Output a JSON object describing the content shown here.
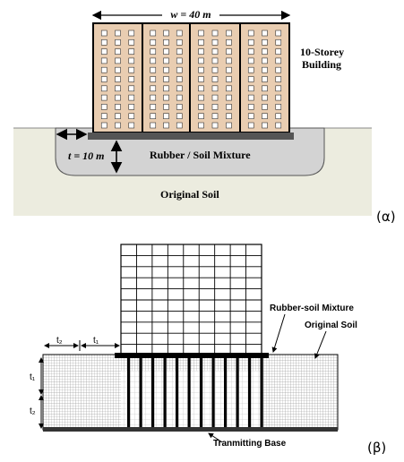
{
  "panel_a": {
    "width_label": "w = 40 m",
    "building_label_line1": "10-Storey",
    "building_label_line2": "Building",
    "thickness_label": "t = 10 m",
    "mixture_label": "Rubber / Soil Mixture",
    "soil_label": "Original Soil",
    "panel_tag": "(α)"
  },
  "panel_b": {
    "mixture_label": "Rubber-soil Mixture",
    "soil_label": "Original Soil",
    "base_label": "Tranmitting Base",
    "t2_label": "t₂",
    "t1_label": "t₁",
    "t1_vertical_label": "t₁",
    "t2_vertical_label": "t₂",
    "panel_tag": "(β)"
  },
  "colors": {
    "ground": "#ececdf",
    "pit": "#d4d4d4",
    "building": "#e9cdb1",
    "window": "#ffffff",
    "foundation": "#555555",
    "ink": "#000000"
  }
}
